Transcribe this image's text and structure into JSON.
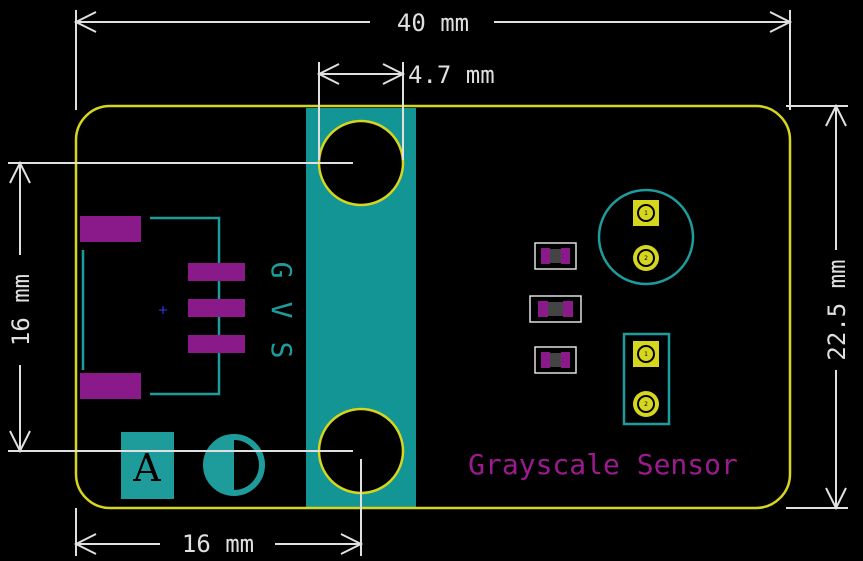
{
  "dimensions": {
    "width": "40 mm",
    "hole_width": "4.7 mm",
    "height": "22.5 mm",
    "hole_spacing": "16 mm",
    "offset": "16 mm"
  },
  "connector": {
    "labels": [
      "G",
      "V",
      "S"
    ]
  },
  "logo": {
    "letter": "A"
  },
  "board": {
    "title": "Grayscale Sensor"
  },
  "pads": {
    "sensor_top": [
      "1",
      "2"
    ],
    "sensor_bottom": [
      "1",
      "2"
    ]
  },
  "colors": {
    "board_outline": "#d6d61e",
    "dimension": "#e0e0e0",
    "silkscreen": "#1e9c9c",
    "pad_magenta": "#8a1a8a",
    "title": "#9b1b8f"
  }
}
